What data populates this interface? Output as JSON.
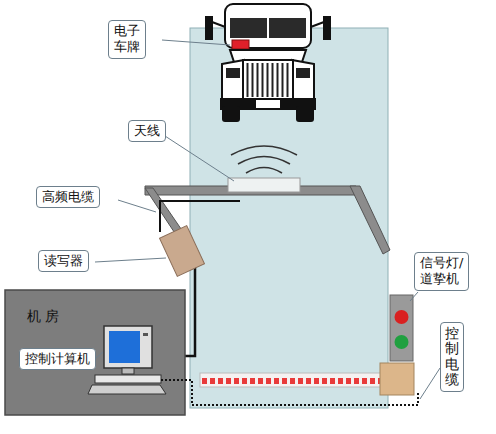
{
  "diagram": {
    "nodes": [
      {
        "text": [
          "电子 车牌"
        ]
      },
      {
        "text": [
          "天线"
        ]
      },
      {
        "text": [
          "高频电缆"
        ]
      },
      {
        "text": [
          "读写器"
        ]
      },
      {
        "text": [
          "信号灯/ 道挚机"
        ]
      },
      {
        "text": [
          "机 房"
        ]
      },
      {
        "text": [
          "控制计算机"
        ],
        "in": 5
      },
      {
        "text": [
          "控制电缆"
        ]
      }
    ]
  }
}
